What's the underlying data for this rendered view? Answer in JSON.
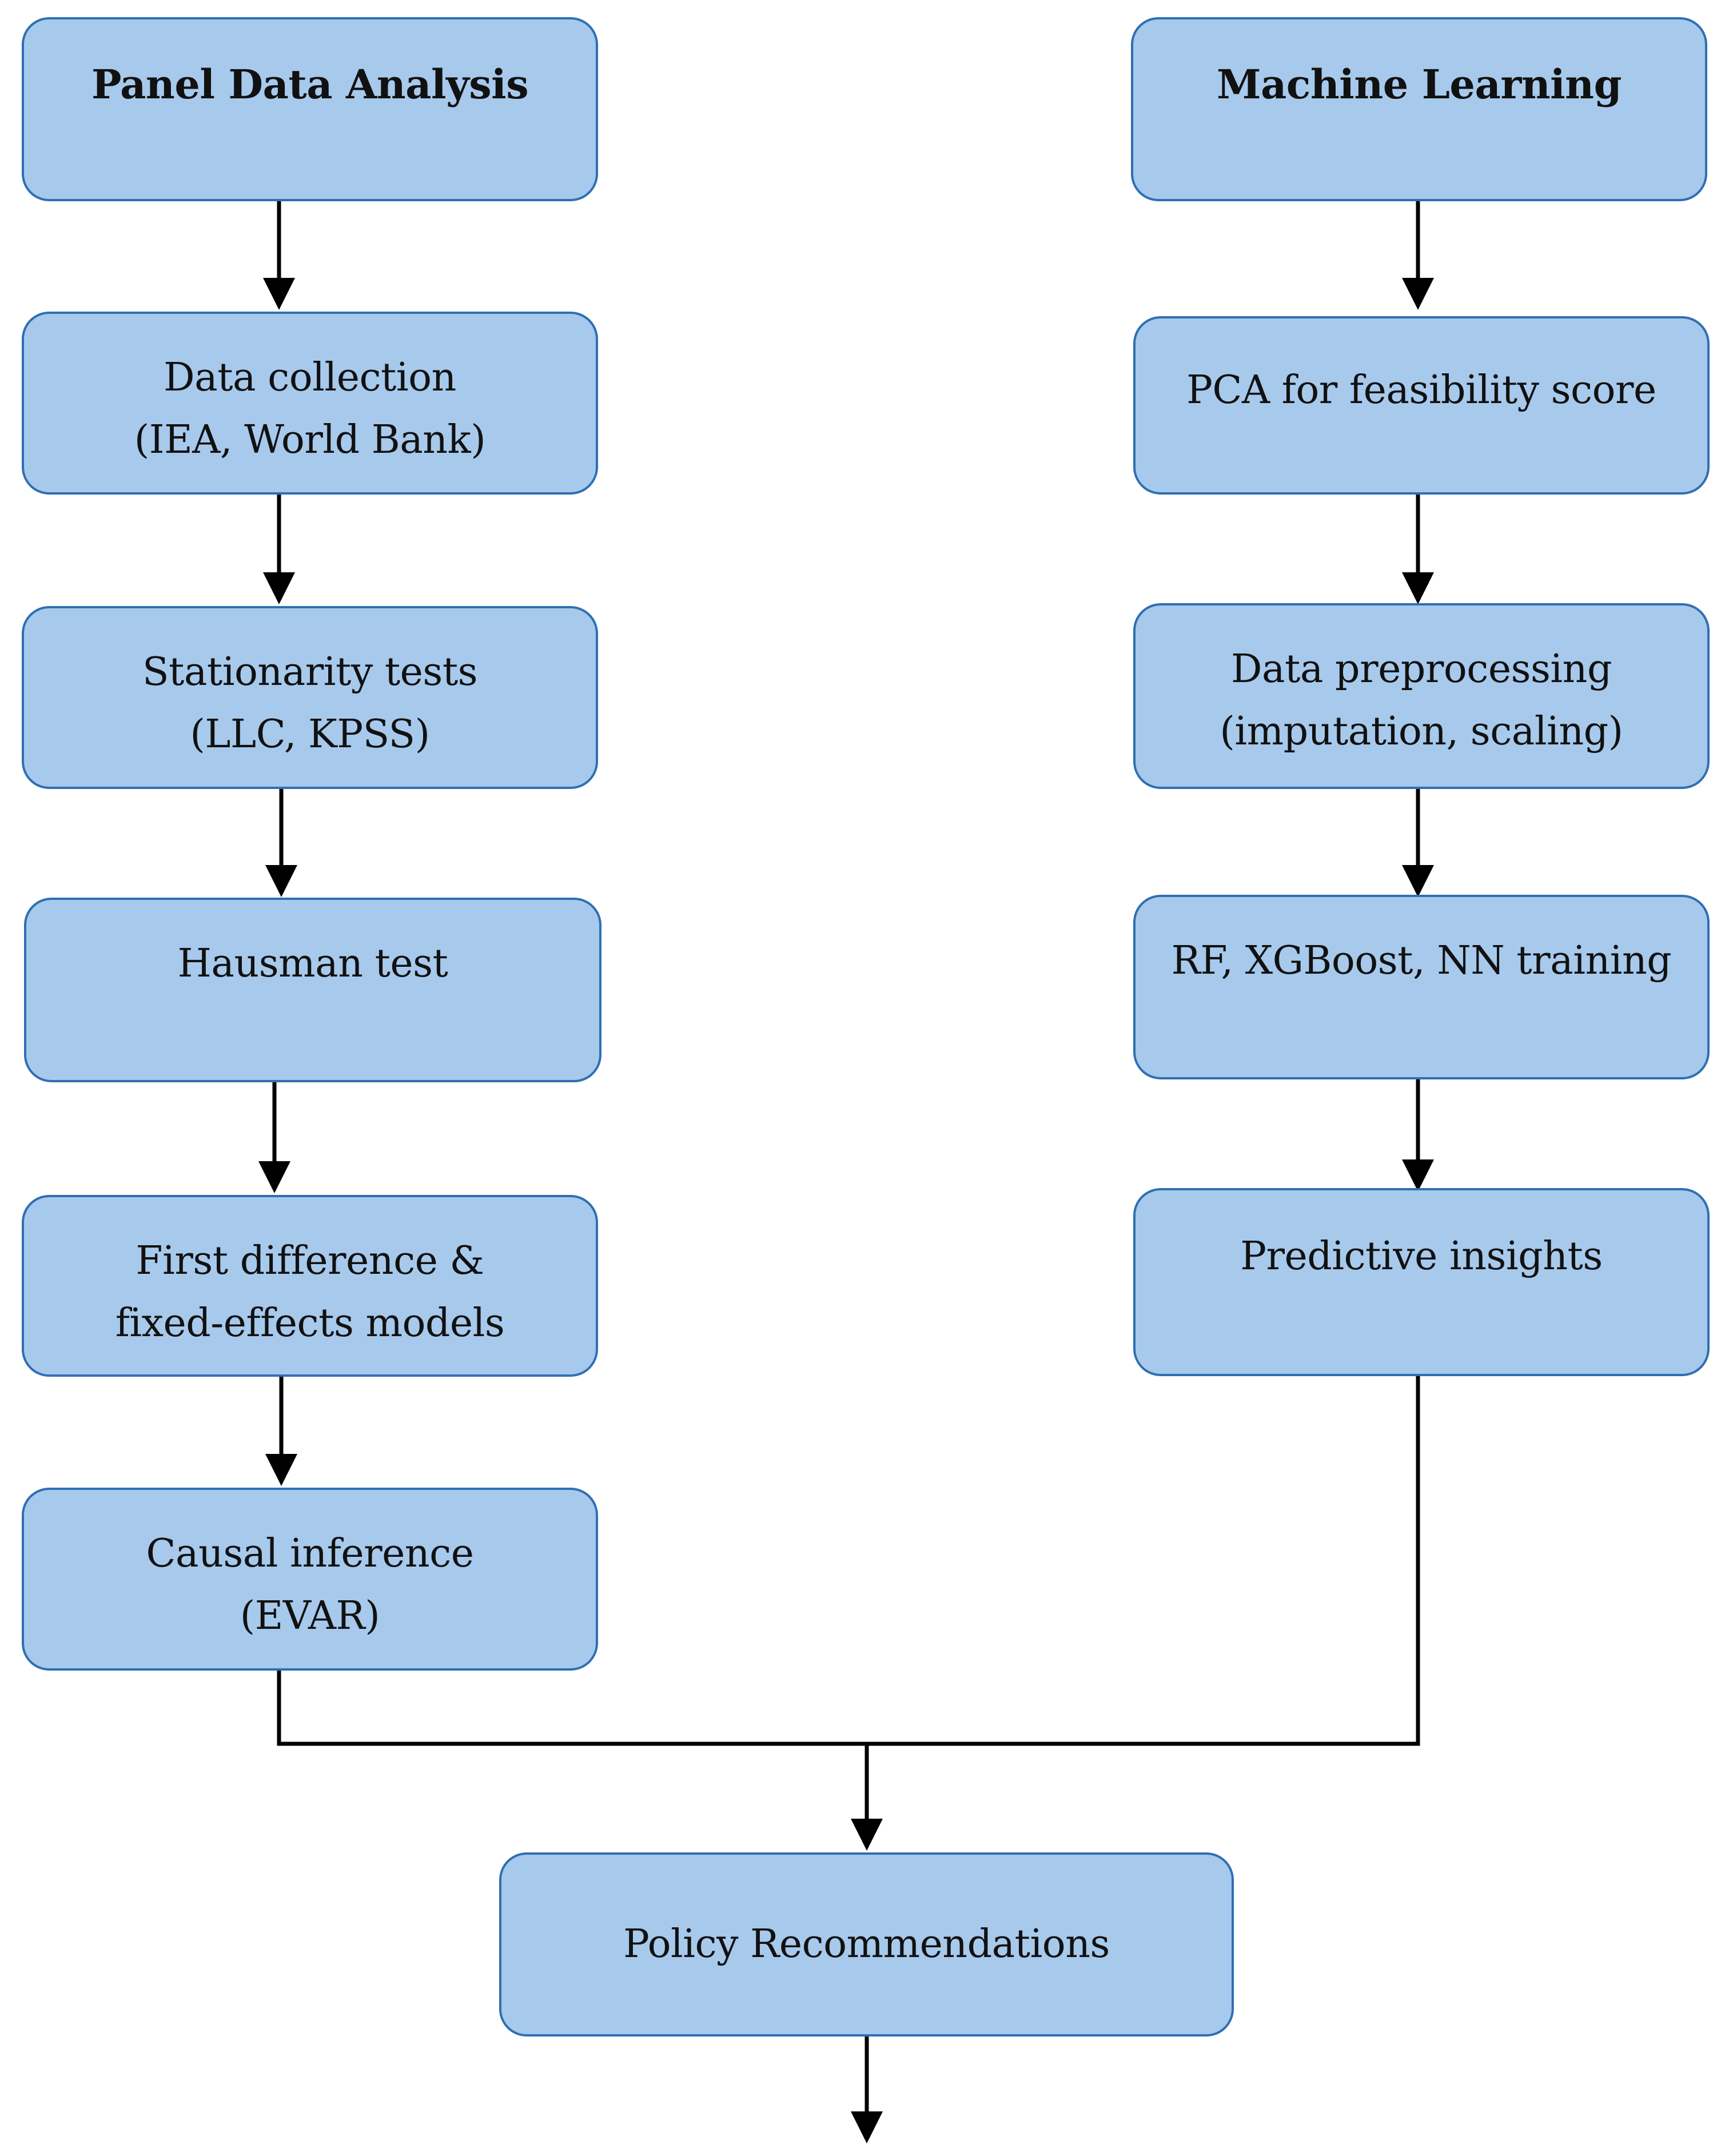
{
  "colors": {
    "box_fill": "#a7c9ec",
    "box_border": "#2f6fb2",
    "connector": "#000000",
    "text": "#111111"
  },
  "left_column": {
    "header": "Panel Data Analysis",
    "steps": [
      {
        "line1": "Data collection",
        "line2": "(IEA, World Bank)"
      },
      {
        "line1": "Stationarity tests",
        "line2": "(LLC, KPSS)"
      },
      {
        "line1": "Hausman test",
        "line2": ""
      },
      {
        "line1": "First difference &",
        "line2": "fixed-effects models"
      },
      {
        "line1": "Causal inference",
        "line2": "(EVAR)"
      }
    ]
  },
  "right_column": {
    "header": "Machine Learning",
    "steps": [
      {
        "line1": "PCA for feasibility score",
        "line2": ""
      },
      {
        "line1": "Data preprocessing",
        "line2": "(imputation, scaling)"
      },
      {
        "line1": "RF, XGBoost, NN training",
        "line2": ""
      },
      {
        "line1": "Predictive insights",
        "line2": ""
      }
    ]
  },
  "final_node": {
    "label": "Policy Recommendations"
  }
}
